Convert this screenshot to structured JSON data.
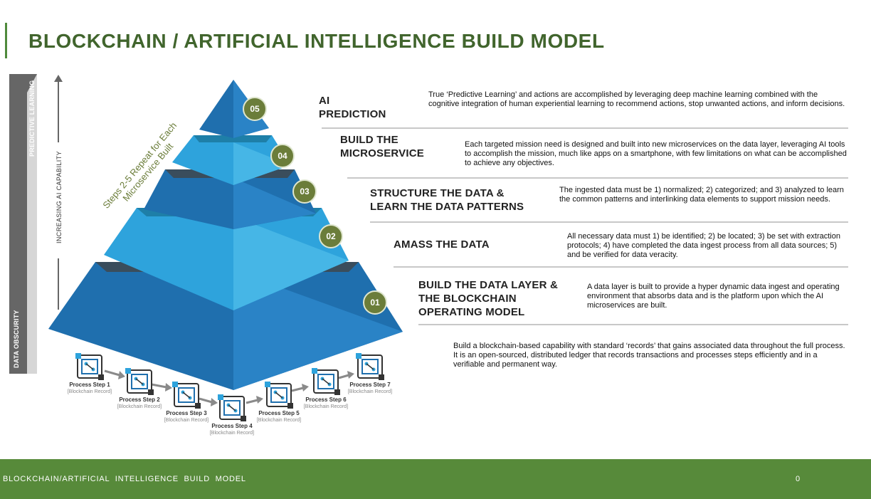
{
  "title": "BLOCKCHAIN / ARTIFICIAL INTELLIGENCE BUILD MODEL",
  "side": {
    "predictive": "PREDICTIVE LEARNING",
    "obscurity": "DATA OBSCURITY",
    "axis": "INCREASING AI CAPABILITY"
  },
  "repeat_note": "Steps 2-5 Repeat for Each Microservice Built",
  "colors": {
    "accent_green": "#41652d",
    "footer_green": "#578a3a",
    "badge_olive": "#6b7d3a",
    "pyramid_dark": "#1f6fae",
    "pyramid_light": "#2ea3dc"
  },
  "layers": [
    {
      "num": "05",
      "title": "AI\nPREDICTION",
      "desc": "True ‘Predictive Learning’ and actions are accomplished by leveraging deep machine learning combined with the cognitive integration of human experiential learning to recommend actions, stop unwanted actions, and inform decisions."
    },
    {
      "num": "04",
      "title": "BUILD THE\nMICROSERVICE",
      "desc": "Each targeted mission need is designed and built into new microservices on the data layer, leveraging AI tools to accomplish the mission, much like apps on a smartphone, with few limitations on what can be accomplished to achieve any objectives."
    },
    {
      "num": "03",
      "title": "STRUCTURE THE DATA &\nLEARN THE DATA PATTERNS",
      "desc": "The ingested data must be 1) normalized; 2) categorized; and 3) analyzed to learn the common patterns and interlinking data elements to support mission needs."
    },
    {
      "num": "02",
      "title": "AMASS THE DATA",
      "desc": "All necessary data must 1) be identified; 2) be located; 3) be set with extraction protocols; 4) have completed the data ingest process from all data sources; 5) and be verified for data veracity."
    },
    {
      "num": "01",
      "title": "BUILD THE DATA LAYER &\nTHE BLOCKCHAIN\nOPERATING MODEL",
      "desc": "A data layer is built to provide a hyper dynamic data ingest and operating  environment that absorbs data and is the platform upon which the AI  microservices are built."
    }
  ],
  "blockchain_desc": "Build a blockchain-based capability with standard ‘records’ that gains associated data throughout the full process. It is an open-sourced, distributed ledger that records transactions and processes steps efficiently and in a verifiable and permanent way.",
  "steps": [
    {
      "name": "Process Step 1",
      "sub": "[Blockchain Record]"
    },
    {
      "name": "Process Step 2",
      "sub": "[Blockchain Record]"
    },
    {
      "name": "Process Step 3",
      "sub": "[Blockchain Record]"
    },
    {
      "name": "Process Step 4",
      "sub": "[Blockchain Record]"
    },
    {
      "name": "Process Step 5",
      "sub": "[Blockchain Record]"
    },
    {
      "name": "Process Step 6",
      "sub": "[Blockchain Record]"
    },
    {
      "name": "Process Step 7",
      "sub": "[Blockchain Record]"
    }
  ],
  "footer": {
    "label": "BLOCKCHAIN/ARTIFICIAL  INTELLIGENCE  BUILD  MODEL",
    "page": "0"
  }
}
